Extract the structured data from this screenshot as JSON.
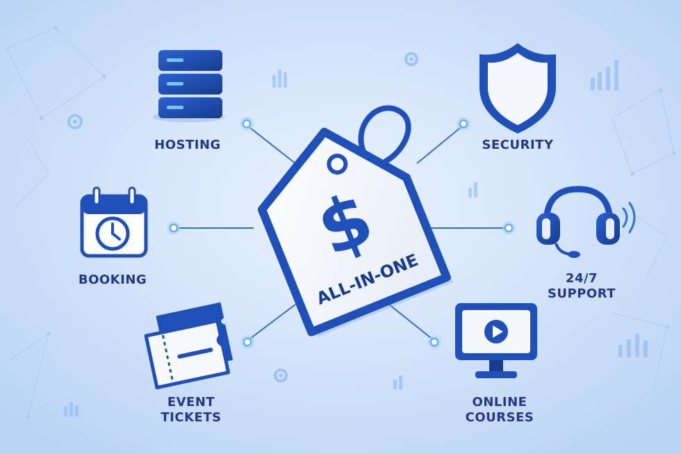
{
  "center": {
    "tag_text": "ALL-IN-ONE",
    "symbol": "$"
  },
  "features": [
    {
      "id": "hosting",
      "lines": [
        "HOSTING"
      ],
      "icon": "server-icon"
    },
    {
      "id": "security",
      "lines": [
        "SECURITY"
      ],
      "icon": "shield-icon"
    },
    {
      "id": "booking",
      "lines": [
        "BOOKING"
      ],
      "icon": "calendar-clock-icon"
    },
    {
      "id": "support",
      "lines": [
        "24/7",
        "SUPPORT"
      ],
      "icon": "headset-icon"
    },
    {
      "id": "event-tickets",
      "lines": [
        "EVENT",
        "TICKETS"
      ],
      "icon": "ticket-icon"
    },
    {
      "id": "online-courses",
      "lines": [
        "ONLINE",
        "COURSES"
      ],
      "icon": "monitor-play-icon"
    }
  ],
  "colors": {
    "bg_light": "#e3efff",
    "bg_mid": "#bfd8f7",
    "primary": "#1f4fb8",
    "dark": "#163b8f",
    "label": "#22378a",
    "accent_light": "#4a8fe8",
    "white": "#ffffff"
  }
}
